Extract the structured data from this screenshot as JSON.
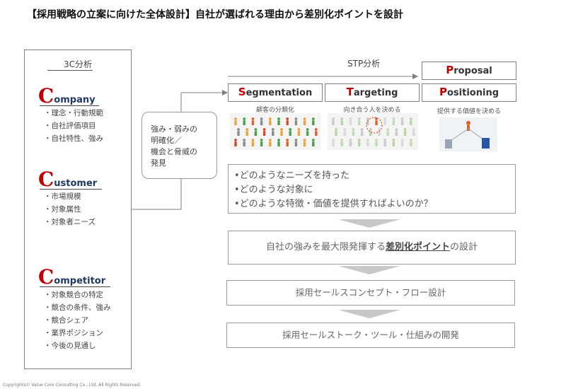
{
  "title": "【採用戦略の立案に向けた全体設計】自社が選ばれる理由から差別化ポイントを設計",
  "threec": {
    "heading": "3C分析",
    "company": {
      "initial": "C",
      "rest": "ompany",
      "items": [
        "・理念・行動規範",
        "・自社評価項目",
        "・自社特性、強み"
      ]
    },
    "customer": {
      "initial": "C",
      "rest": "ustomer",
      "items": [
        "・市場規模",
        "・対象属性",
        "・対象者ニーズ"
      ]
    },
    "competitor": {
      "initial": "C",
      "rest": "ompetitor",
      "items": [
        "・対象競合の特定",
        "・競合の条件、強み",
        "・競合シェア",
        "・業界ポジション",
        "・今後の見通し"
      ]
    }
  },
  "swot_box": {
    "lines": [
      "強み・弱みの",
      "明確化／",
      "機会と脅威の",
      "発見"
    ]
  },
  "stp": {
    "label": "STP分析",
    "proposal": {
      "initial": "P",
      "rest": "roposal"
    },
    "segmentation": {
      "initial": "S",
      "rest": "egmentation",
      "caption": "顧客の分類化"
    },
    "targeting": {
      "initial": "T",
      "rest": "argeting",
      "caption": "向き合う人を決める"
    },
    "positioning": {
      "initial": "P",
      "rest": "ositioning",
      "caption": "提供する価値を決める"
    }
  },
  "questions": [
    "•どのようなニーズを持った",
    "•どのような対象に",
    "•どのような特徴・価値を提供すればよいのか？"
  ],
  "steps": {
    "step1": {
      "before": "自社の強みを最大限発揮する",
      "emph": "差別化ポイント",
      "after": "の設計"
    },
    "step2": "採用セールスコンセプト・フロー設計",
    "step3": "採用セールストーク・ツール・仕組みの開発"
  },
  "copyright": "Copyrights© Value Core Consulting Co., Ltd.  All Rights Reserved.",
  "colors": {
    "accent_red": "#c00000",
    "navy": "#1f3864",
    "box_border": "#7f7f7f"
  }
}
